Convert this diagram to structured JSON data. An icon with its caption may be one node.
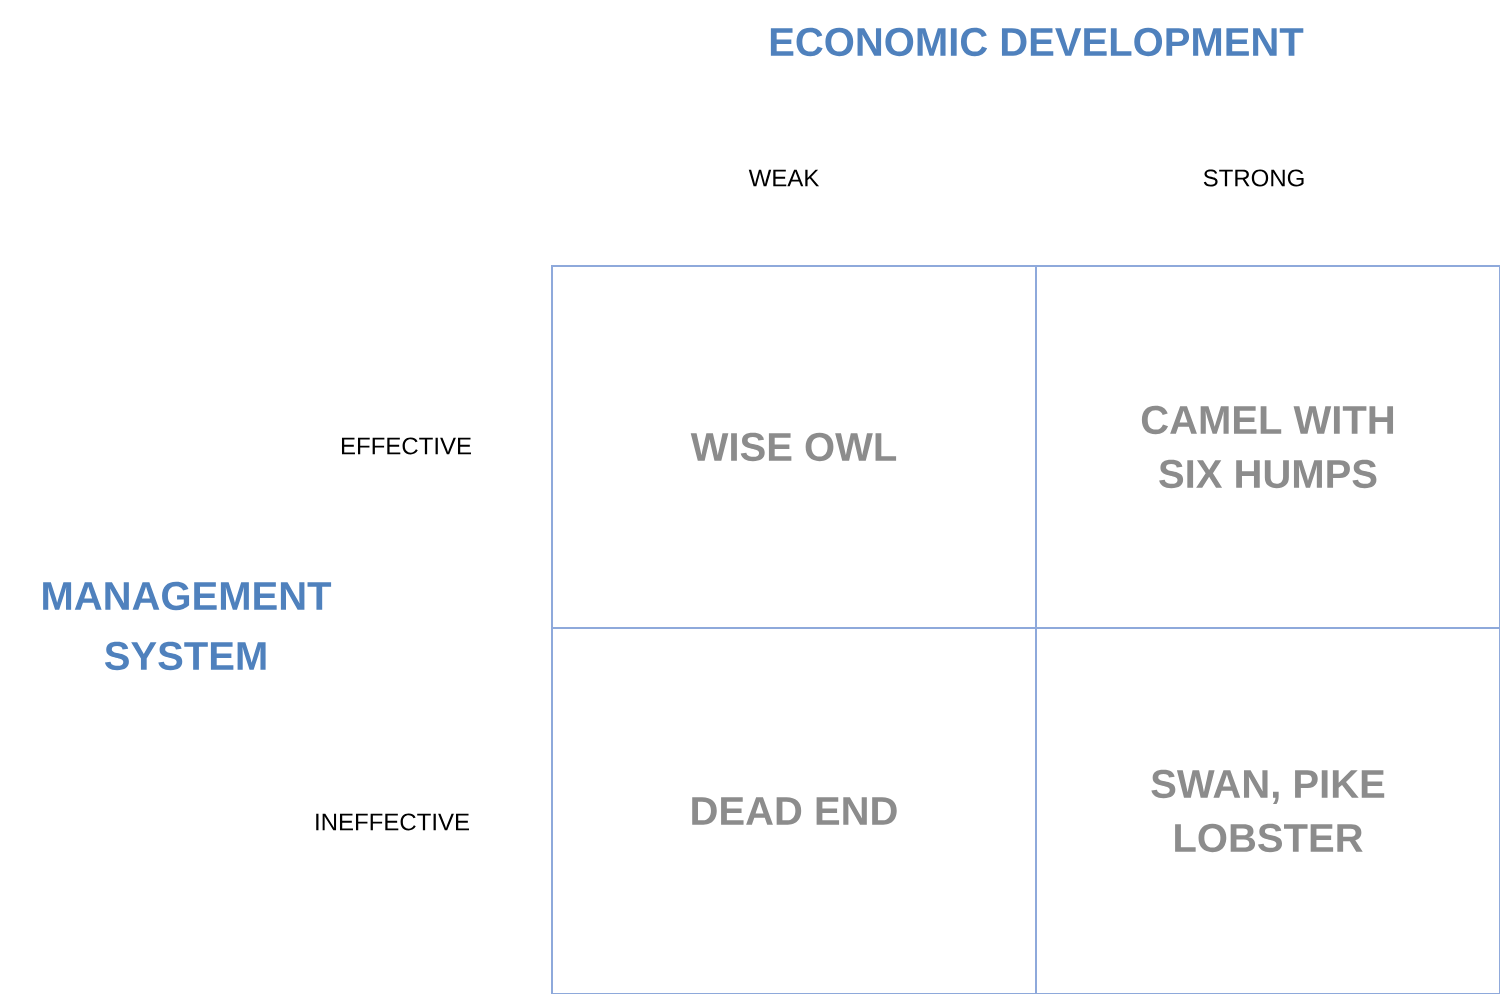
{
  "diagram": {
    "title": "ECONOMIC DEVELOPMENT",
    "nodes": [
      {
        "text": [
          "WISE OWL"
        ]
      },
      {
        "text": [
          "CAMEL WITH SIX HUMPS"
        ]
      },
      {
        "text": [
          "DEAD END"
        ]
      },
      {
        "text": [
          "SWAN, PIKE LOBSTER"
        ]
      }
    ],
    "labels": [
      "WEAK",
      "STRONG",
      "EFFECTIVE",
      "MANAGEMENT SYSTEM",
      "INEFFECTIVE"
    ]
  }
}
